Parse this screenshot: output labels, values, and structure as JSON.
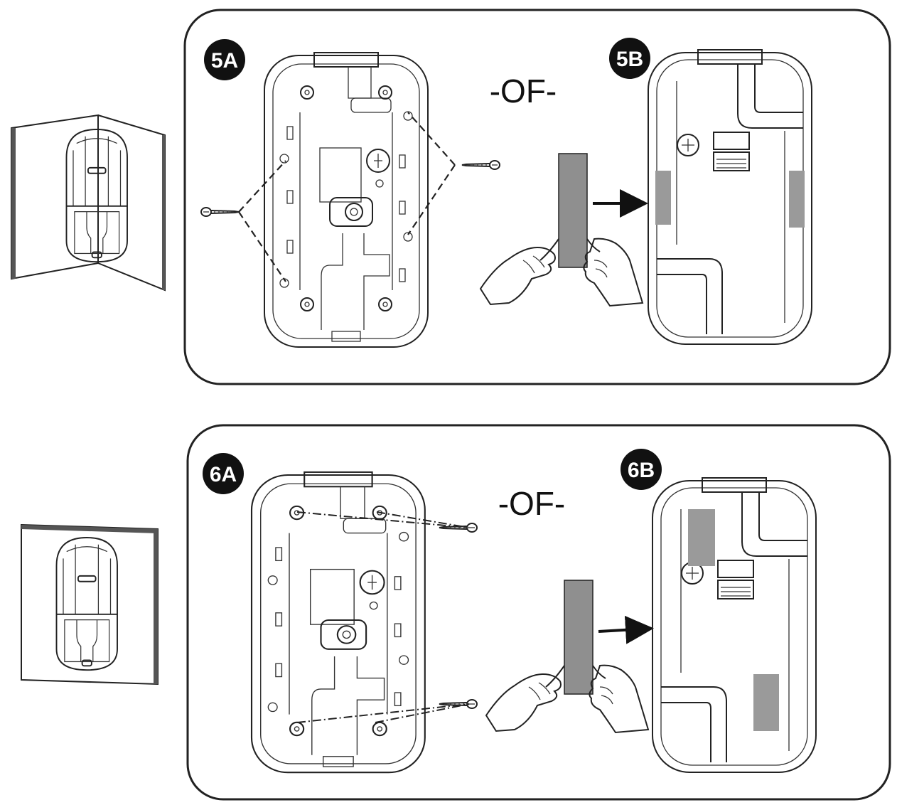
{
  "panels": [
    {
      "id": "panel-5",
      "mount": "corner",
      "method_a": {
        "badge": "5A",
        "fixing": "screws"
      },
      "separator": "-OF-",
      "method_b": {
        "badge": "5B",
        "fixing": "adhesive-tape"
      }
    },
    {
      "id": "panel-6",
      "mount": "flat-wall",
      "method_a": {
        "badge": "6A",
        "fixing": "screws"
      },
      "separator": "-OF-",
      "method_b": {
        "badge": "6B",
        "fixing": "adhesive-tape"
      }
    }
  ],
  "colors": {
    "line": "#222222",
    "badge": "#111111",
    "adhesive": "#9a9a9a",
    "background": "#ffffff"
  },
  "icons": [
    "motion-detector-icon",
    "screw-icon",
    "adhesive-tape-icon",
    "hand-icon",
    "arrow-right-icon"
  ]
}
